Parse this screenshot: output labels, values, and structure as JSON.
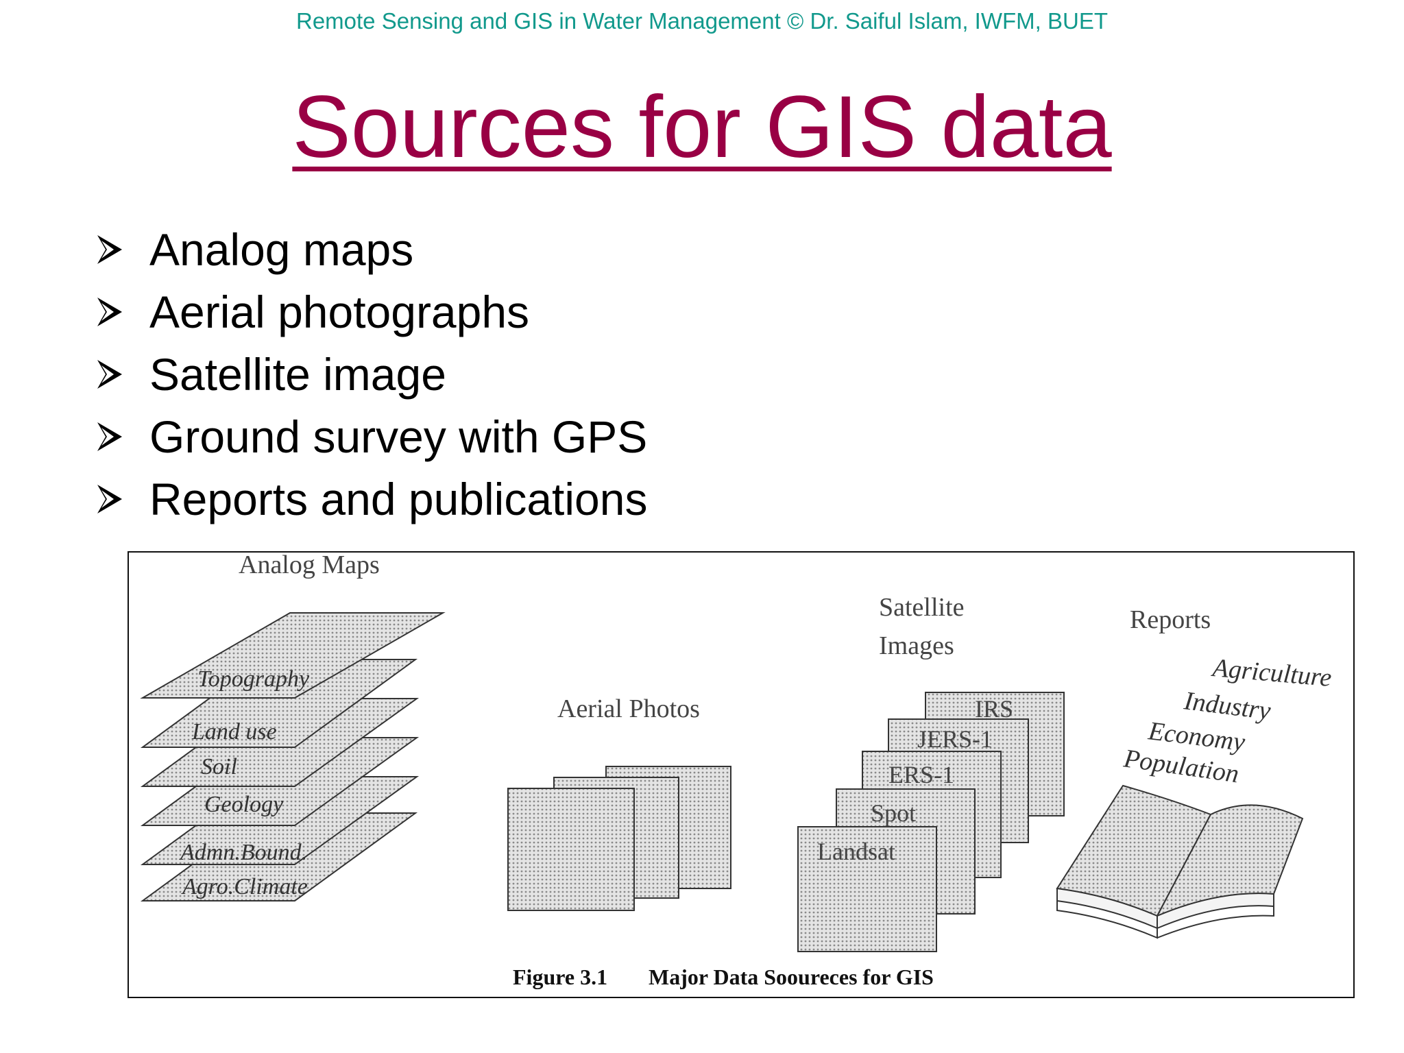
{
  "header": "Remote Sensing and GIS in Water Management © Dr. Saiful Islam, IWFM, BUET",
  "title": "Sources for GIS data",
  "bullets": [
    "Analog maps",
    "Aerial photographs",
    "Satellite image",
    "Ground survey with GPS",
    "Reports and publications"
  ],
  "figure": {
    "analog_label": "Analog Maps",
    "map_layers": [
      "Topography",
      "Land use",
      "Soil",
      "Geology",
      "Admn.Bound.",
      "Agro.Climate"
    ],
    "aerial_label": "Aerial Photos",
    "satellite_label_1": "Satellite",
    "satellite_label_2": "Images",
    "satellites": [
      "IRS",
      "JERS-1",
      "ERS-1",
      "Spot",
      "Landsat"
    ],
    "reports_label": "Reports",
    "report_topics": [
      "Agriculture",
      "Industry",
      "Economy",
      "Population"
    ],
    "caption_number": "Figure 3.1",
    "caption_text": "Major Data Sooureces for GIS"
  },
  "colors": {
    "header": "#11998c",
    "title": "#990044"
  }
}
